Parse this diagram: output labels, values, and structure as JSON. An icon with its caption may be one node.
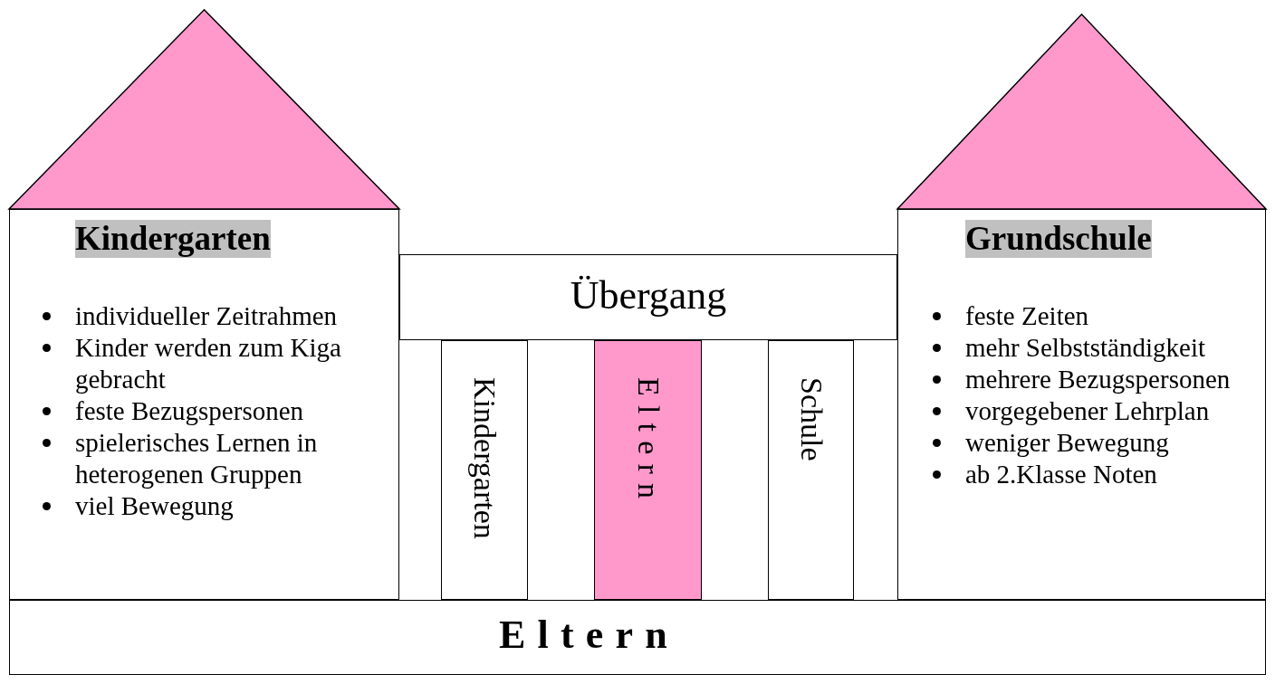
{
  "diagram": {
    "nodes": [
      {
        "text": [],
        "shape": "triangle"
      },
      {
        "text": [
          "Kindergarten",
          "individueller Zeitrahmen",
          "Kinder werden zum Kiga gebracht",
          "feste Bezugspersonen",
          "spielerisches Lernen in heterogenen Gruppen",
          "viel Bewegung"
        ]
      },
      {
        "text": [
          "Übergang"
        ]
      },
      {
        "text": [
          "Kindergarten"
        ]
      },
      {
        "text": [
          "Eltern"
        ]
      },
      {
        "text": [
          "Schule"
        ]
      },
      {
        "text": [],
        "shape": "triangle"
      },
      {
        "text": [
          "Grundschule",
          "feste Zeiten",
          "mehr Selbstständigkeit",
          "mehrere Bezugspersonen",
          "vorgegebener Lehrplan",
          "weniger Bewegung",
          "ab 2.Klasse Noten"
        ]
      },
      {
        "text": [
          "Eltern"
        ]
      }
    ]
  }
}
